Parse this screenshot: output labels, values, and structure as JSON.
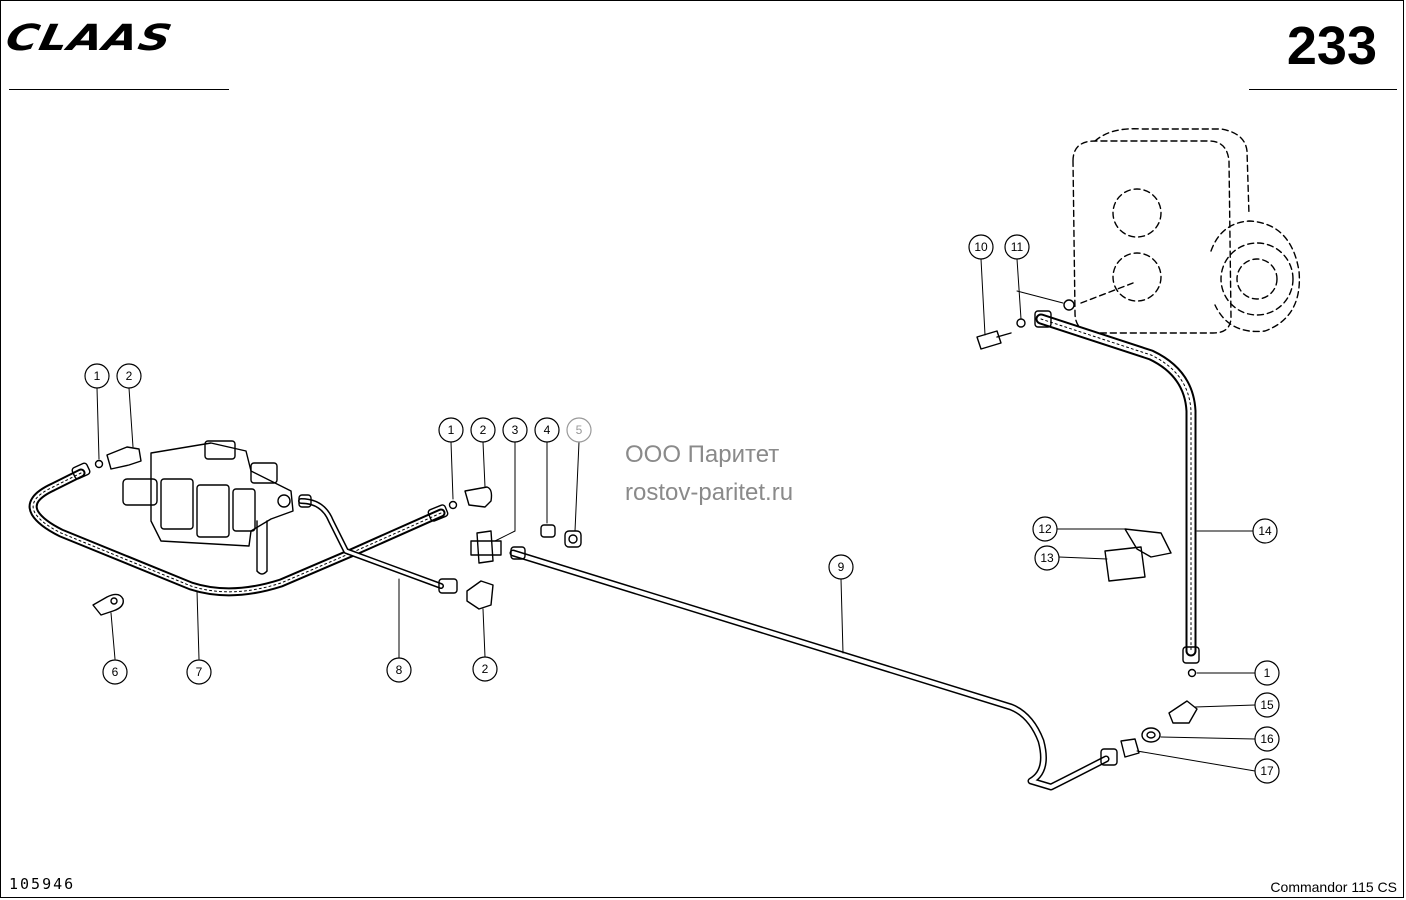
{
  "header": {
    "brand": "CLAAS",
    "page_number": "233"
  },
  "footer": {
    "doc_number": "105946",
    "model": "Commandor 115 CS"
  },
  "watermark": {
    "line1": "ООО Паритет",
    "line2": "rostov-paritet.ru"
  },
  "callouts": {
    "c1a": "1",
    "c2a": "2",
    "c6": "6",
    "c7": "7",
    "c8": "8",
    "c1b": "1",
    "c2b": "2",
    "c3": "3",
    "c4": "4",
    "c5": "5",
    "c2c": "2",
    "c9": "9",
    "c10": "10",
    "c11": "11",
    "c12": "12",
    "c13": "13",
    "c14": "14",
    "c1c": "1",
    "c15": "15",
    "c16": "16",
    "c17": "17"
  }
}
